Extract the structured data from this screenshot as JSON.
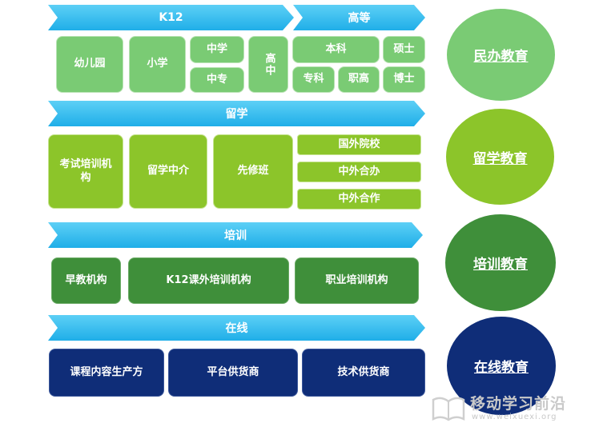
{
  "rows": {
    "private": {
      "headers": {
        "k12": "K12",
        "higher": "高等"
      },
      "k12": {
        "kindergarten": "幼儿园",
        "primary": "小学",
        "middle": "中学",
        "secondary_vocational": "中专",
        "high": "高中"
      },
      "higher": {
        "undergraduate": "本科",
        "master": "硕士",
        "junior_college": "专科",
        "vocational_college": "职高",
        "doctor": "博士"
      }
    },
    "study_abroad": {
      "header": "留学",
      "items": {
        "exam_training": "考试培训机构",
        "agency": "留学中介",
        "preparatory": "先修班"
      },
      "right": [
        "国外院校",
        "中外合办",
        "中外合作"
      ]
    },
    "training": {
      "header": "培训",
      "items": [
        "早教机构",
        "K12课外培训机构",
        "职业培训机构"
      ]
    },
    "online": {
      "header": "在线",
      "items": [
        "课程内容生产方",
        "平台供货商",
        "技术供货商"
      ]
    }
  },
  "circles": [
    "民办教育",
    "留学教育",
    "培训教育",
    "在线教育"
  ],
  "watermark": {
    "title": "移动学习前沿",
    "url": "www.weixuexi.org",
    "logo_icon": "book-icon"
  },
  "colors": {
    "arrow": "#1faee8",
    "private": "#7acb74",
    "study_abroad": "#8cc52a",
    "training": "#3f8f3a",
    "online": "#0f2d78"
  }
}
